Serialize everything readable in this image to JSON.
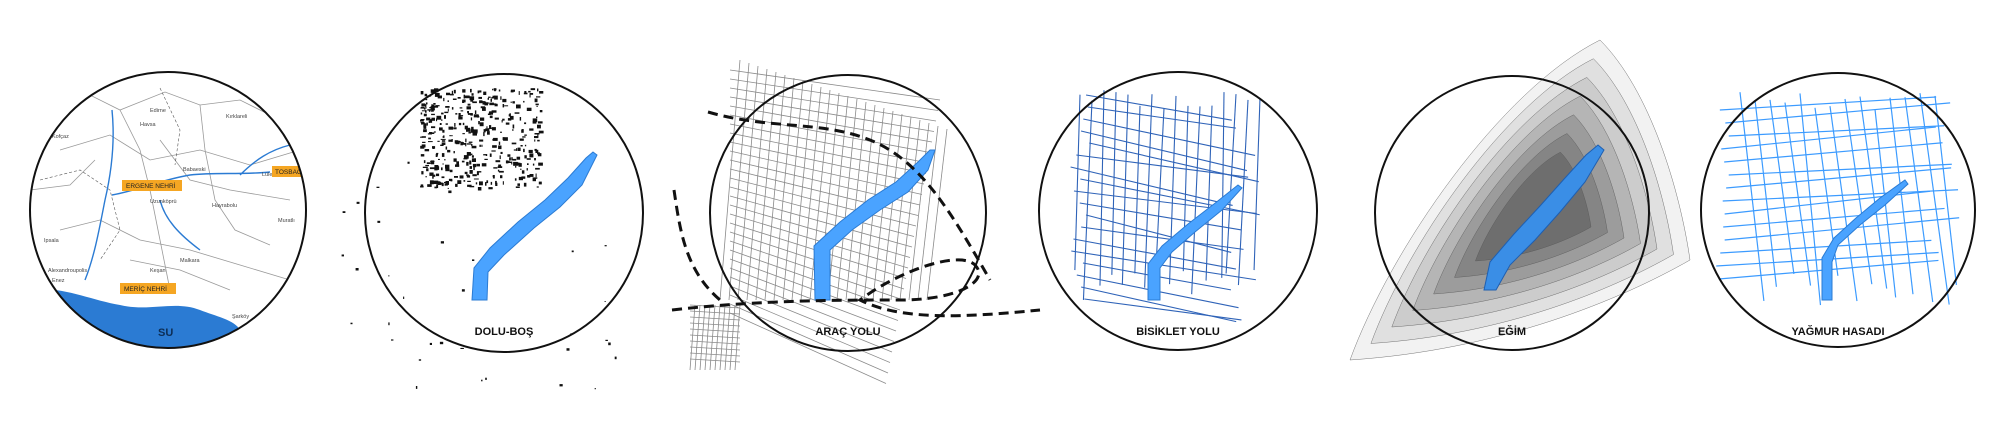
{
  "colors": {
    "river": "#3a8ee6",
    "river_fill": "#4aa3ff",
    "sea": "#2b7bd3",
    "tag": "#f5a623",
    "network_blue": "#2f63b8",
    "rain_blue": "#3c9bff",
    "ink": "#111111"
  },
  "panels": [
    {
      "label": ""
    },
    {
      "label": "DOLU-BOŞ"
    },
    {
      "label": "ARAÇ YOLU"
    },
    {
      "label": "BİSİKLET YOLU"
    },
    {
      "label": "EĞİM"
    },
    {
      "label": "YAĞMUR HASADI"
    }
  ],
  "map": {
    "tags": [
      "ERGENE NEHRİ",
      "TOSBAĞA DERE",
      "MERİÇ NEHRİ"
    ],
    "sea_label": "SU",
    "places": [
      "Edirne",
      "Kırklareli",
      "Babaeski",
      "Lüleburgaz",
      "Uzunköprü",
      "Hayrabolu",
      "Muratlı",
      "Alexandroupolis",
      "Keşan",
      "Malkara",
      "Şarköy",
      "Havsa",
      "Kofçaz",
      "Ipsala",
      "Enez"
    ]
  }
}
